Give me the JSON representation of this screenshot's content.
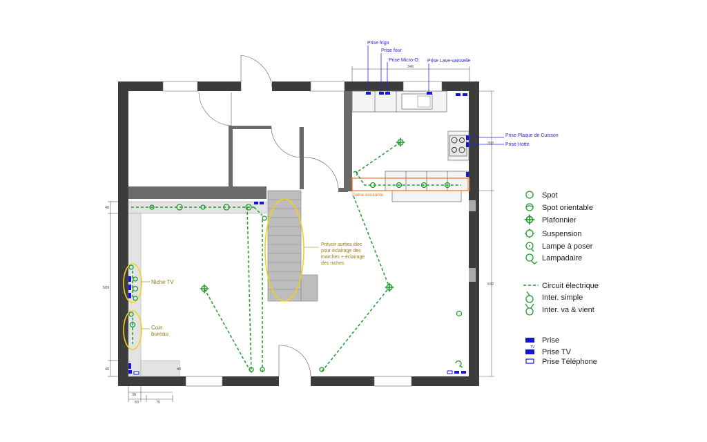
{
  "plan": {
    "outlet_labels": {
      "fridge": "Prise frigo",
      "oven": "Prise four",
      "microwave": "Prise Micro-O.",
      "dishwasher": "Prise Lave-vaisselle",
      "cooktop": "Prise Plaque de Cuisson",
      "hood": "Prise Hotte"
    },
    "existing_duct": "Gaine existante",
    "stair_note": [
      "Prévoir sorties élec",
      "pour éclairage des",
      "marches + éclairage",
      "des niches"
    ],
    "niche_tv": "Niche TV",
    "desk_corner": [
      "Coin",
      "bureau"
    ],
    "dimensions": {
      "kitchen_width": "340",
      "kitchen_depth": "292",
      "right_wall": "532",
      "left_wall": "509",
      "left_top": "40",
      "left_bottom": "40",
      "bottom_40": "40",
      "bottom_30": "30",
      "bottom_50": "50",
      "bottom_75": "75"
    }
  },
  "legend": {
    "items": [
      {
        "symbol": "spot",
        "label": "Spot"
      },
      {
        "symbol": "spot-orientable",
        "label": "Spot orientable"
      },
      {
        "symbol": "plafonnier",
        "label": "Plafonnier"
      },
      {
        "symbol": "suspension",
        "label": "Suspension"
      },
      {
        "symbol": "lampe-a-poser",
        "label": "Lampe à poser"
      },
      {
        "symbol": "lampadaire",
        "label": "Lampadaire"
      },
      {
        "symbol": "circuit",
        "label": "Circuit électrique"
      },
      {
        "symbol": "inter-simple",
        "label": "Inter. simple"
      },
      {
        "symbol": "inter-va-vient",
        "label": "Inter. va & vient"
      },
      {
        "symbol": "prise",
        "label": "Prise"
      },
      {
        "symbol": "prise-tv",
        "label": "Prise TV"
      },
      {
        "symbol": "prise-telephone",
        "label": "Prise Téléphone"
      }
    ],
    "tv_tag": "TV"
  },
  "colors": {
    "wall": "#3c3c3c",
    "green": "#1f9a2a",
    "outlet_blue": "#1515d8",
    "label_blue": "#2323e6",
    "orange": "#e8761d",
    "highlight_yellow": "#f3d21a"
  }
}
